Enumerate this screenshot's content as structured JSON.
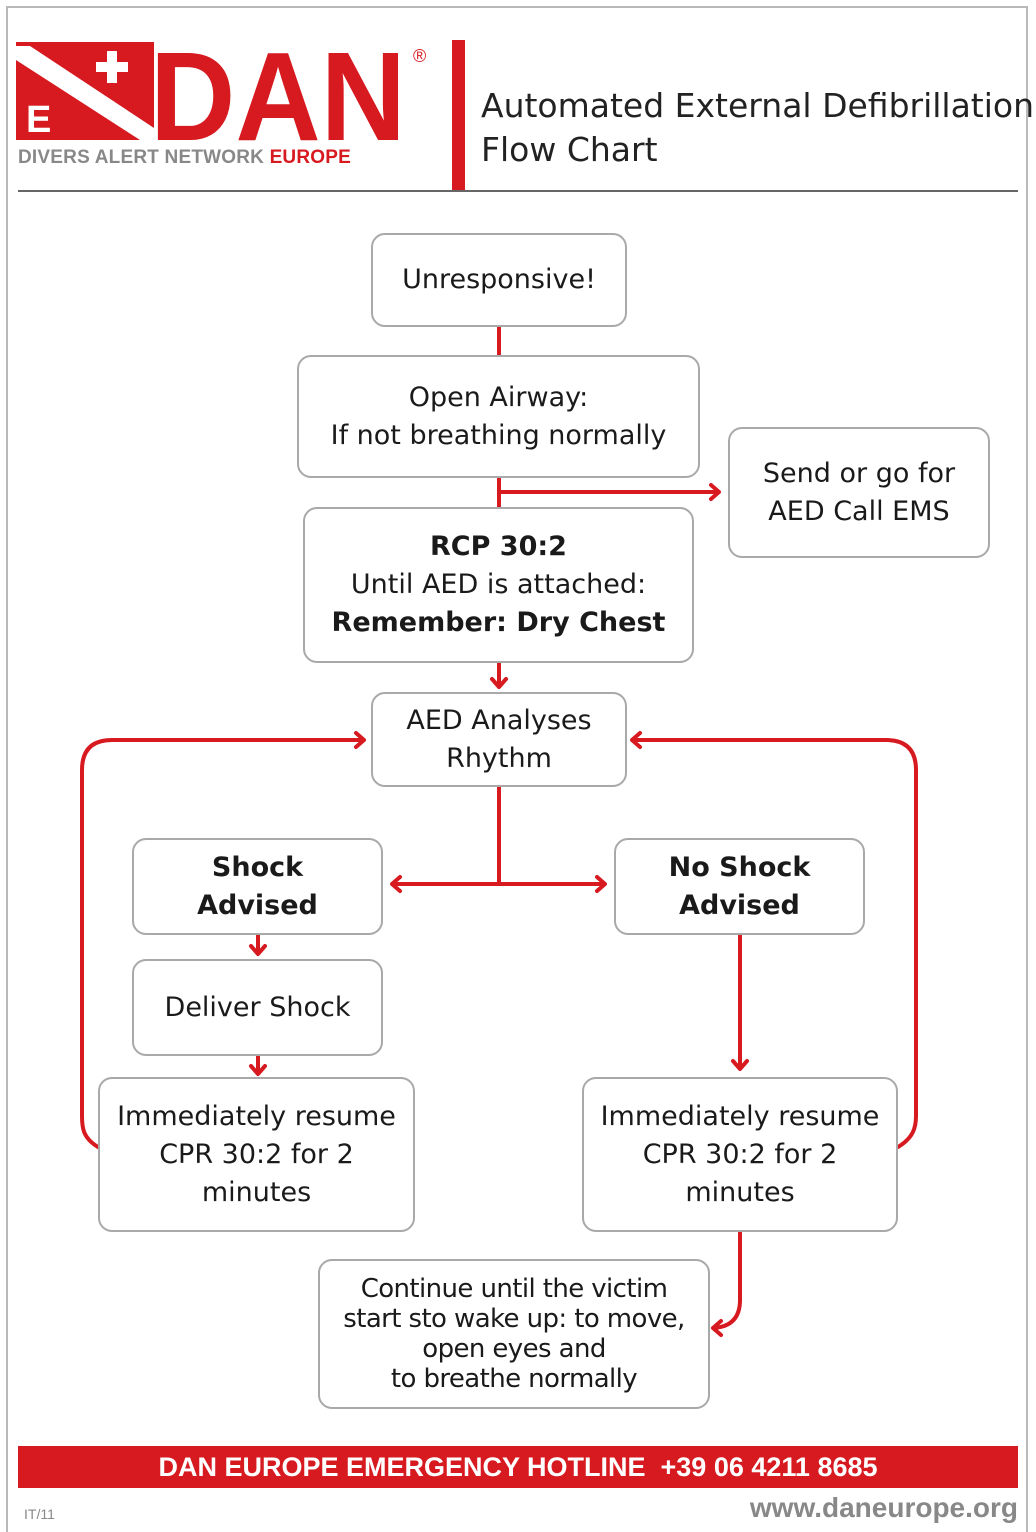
{
  "header": {
    "logo_letter": "E",
    "logo_text": "DAN",
    "registered_mark": "®",
    "tagline_main": "DIVERS ALERT NETWORK",
    "tagline_accent": "EUROPE",
    "title_line1": "Automated External Defibrillation",
    "title_line2": "Flow Chart"
  },
  "nodes": {
    "unresponsive": "Unresponsive!",
    "open_airway_line1": "Open Airway:",
    "open_airway_line2": "If not breathing normally",
    "send_aed_line1": "Send or go for",
    "send_aed_line2": "AED Call EMS",
    "rcp_line1": "RCP 30:2",
    "rcp_line2": "Until AED is attached:",
    "rcp_line3": "Remember: Dry Chest",
    "aed_line1": "AED Analyses",
    "aed_line2": "Rhythm",
    "shock_line1": "Shock",
    "shock_line2": "Advised",
    "noshock_line1": "No Shock",
    "noshock_line2": "Advised",
    "deliver_shock": "Deliver Shock",
    "resume_left_line1": "Immediately  resume",
    "resume_left_line2": "CPR  30:2 for 2",
    "resume_left_line3": "minutes",
    "resume_right_line1": "Immediately  resume",
    "resume_right_line2": "CPR  30:2 for 2",
    "resume_right_line3": "minutes",
    "continue_line1": "Continue until the victim",
    "continue_line2": "start sto wake up: to move,",
    "continue_line3": "open eyes and",
    "continue_line4": "to breathe normally"
  },
  "footer": {
    "hotline": "DAN EUROPE EMERGENCY HOTLINE  +39 06 4211 8685",
    "code": "IT/11",
    "website": "www.daneurope.org"
  },
  "colors": {
    "accent": "#d71920",
    "box_border": "#a9a9a9",
    "text": "#1a1a1a",
    "muted": "#888888"
  }
}
